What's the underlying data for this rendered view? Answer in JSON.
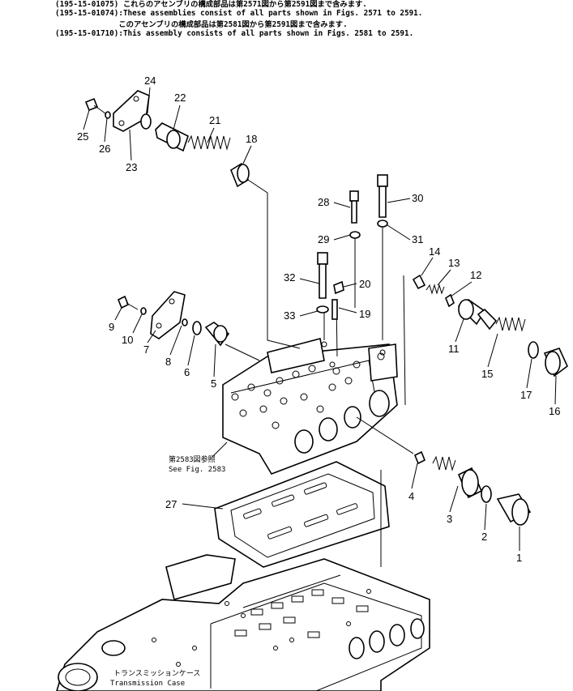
{
  "header": {
    "lines": [
      "(195-15-01075) これらのアセンブリの構成部品は第2571図から第2591図まで含みます.",
      "(195-15-01074):These assemblies consist of all parts shown in Figs. 2571 to 2591.",
      "              このアセンブリの構成部品は第2581図から第2591図まで含みます.",
      "(195-15-01710):This assembly consists of all parts shown in Figs. 2581 to 2591."
    ]
  },
  "see_fig": {
    "jp": "第2583図参照",
    "en": "See Fig. 2583"
  },
  "case_label": {
    "jp": "トランスミッションケース",
    "en": "Transmission Case"
  },
  "part_numbers": [
    "1",
    "2",
    "3",
    "4",
    "5",
    "6",
    "7",
    "8",
    "9",
    "10",
    "11",
    "12",
    "13",
    "14",
    "15",
    "16",
    "17",
    "18",
    "19",
    "20",
    "21",
    "22",
    "23",
    "24",
    "25",
    "26",
    "27",
    "28",
    "29",
    "30",
    "31",
    "32",
    "33"
  ]
}
